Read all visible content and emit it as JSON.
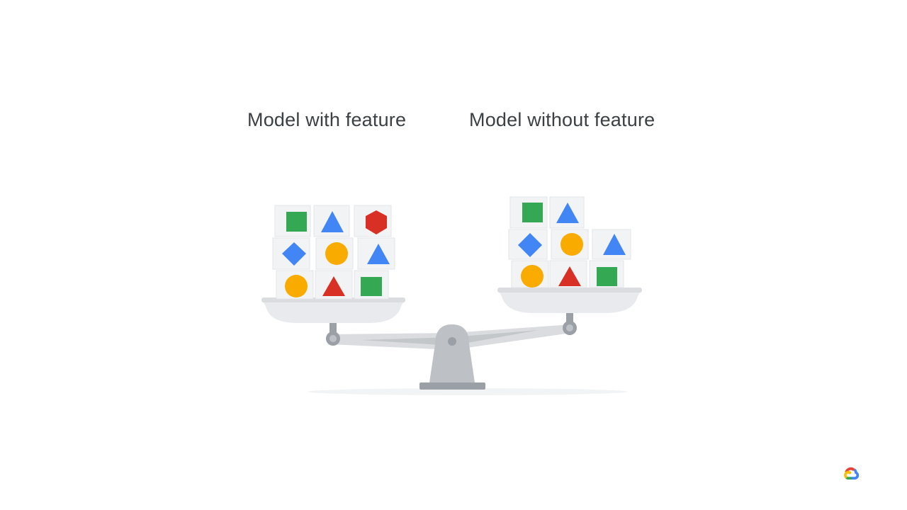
{
  "labels": {
    "left": "Model with feature",
    "right": "Model without feature"
  },
  "colors": {
    "green": "#34a853",
    "blue": "#4285f4",
    "red": "#d93025",
    "yellow": "#f9ab00",
    "block": "#f1f3f4",
    "scale": "#bdc1c6",
    "scale_dark": "#9aa0a6",
    "text": "#3c4043"
  },
  "left_pan_shapes": [
    "square",
    "triangle",
    "hexagon",
    "diamond",
    "circle",
    "triangle",
    "circle",
    "triangle",
    "square"
  ],
  "right_pan_shapes": [
    "square",
    "triangle",
    "diamond",
    "circle",
    "triangle",
    "circle",
    "triangle",
    "square"
  ],
  "left_pan_colors": [
    "green",
    "blue",
    "red",
    "blue",
    "yellow",
    "blue",
    "yellow",
    "red",
    "green"
  ],
  "right_pan_colors": [
    "green",
    "blue",
    "blue",
    "yellow",
    "blue",
    "yellow",
    "red",
    "green"
  ],
  "logo_icon": "google-cloud-icon"
}
